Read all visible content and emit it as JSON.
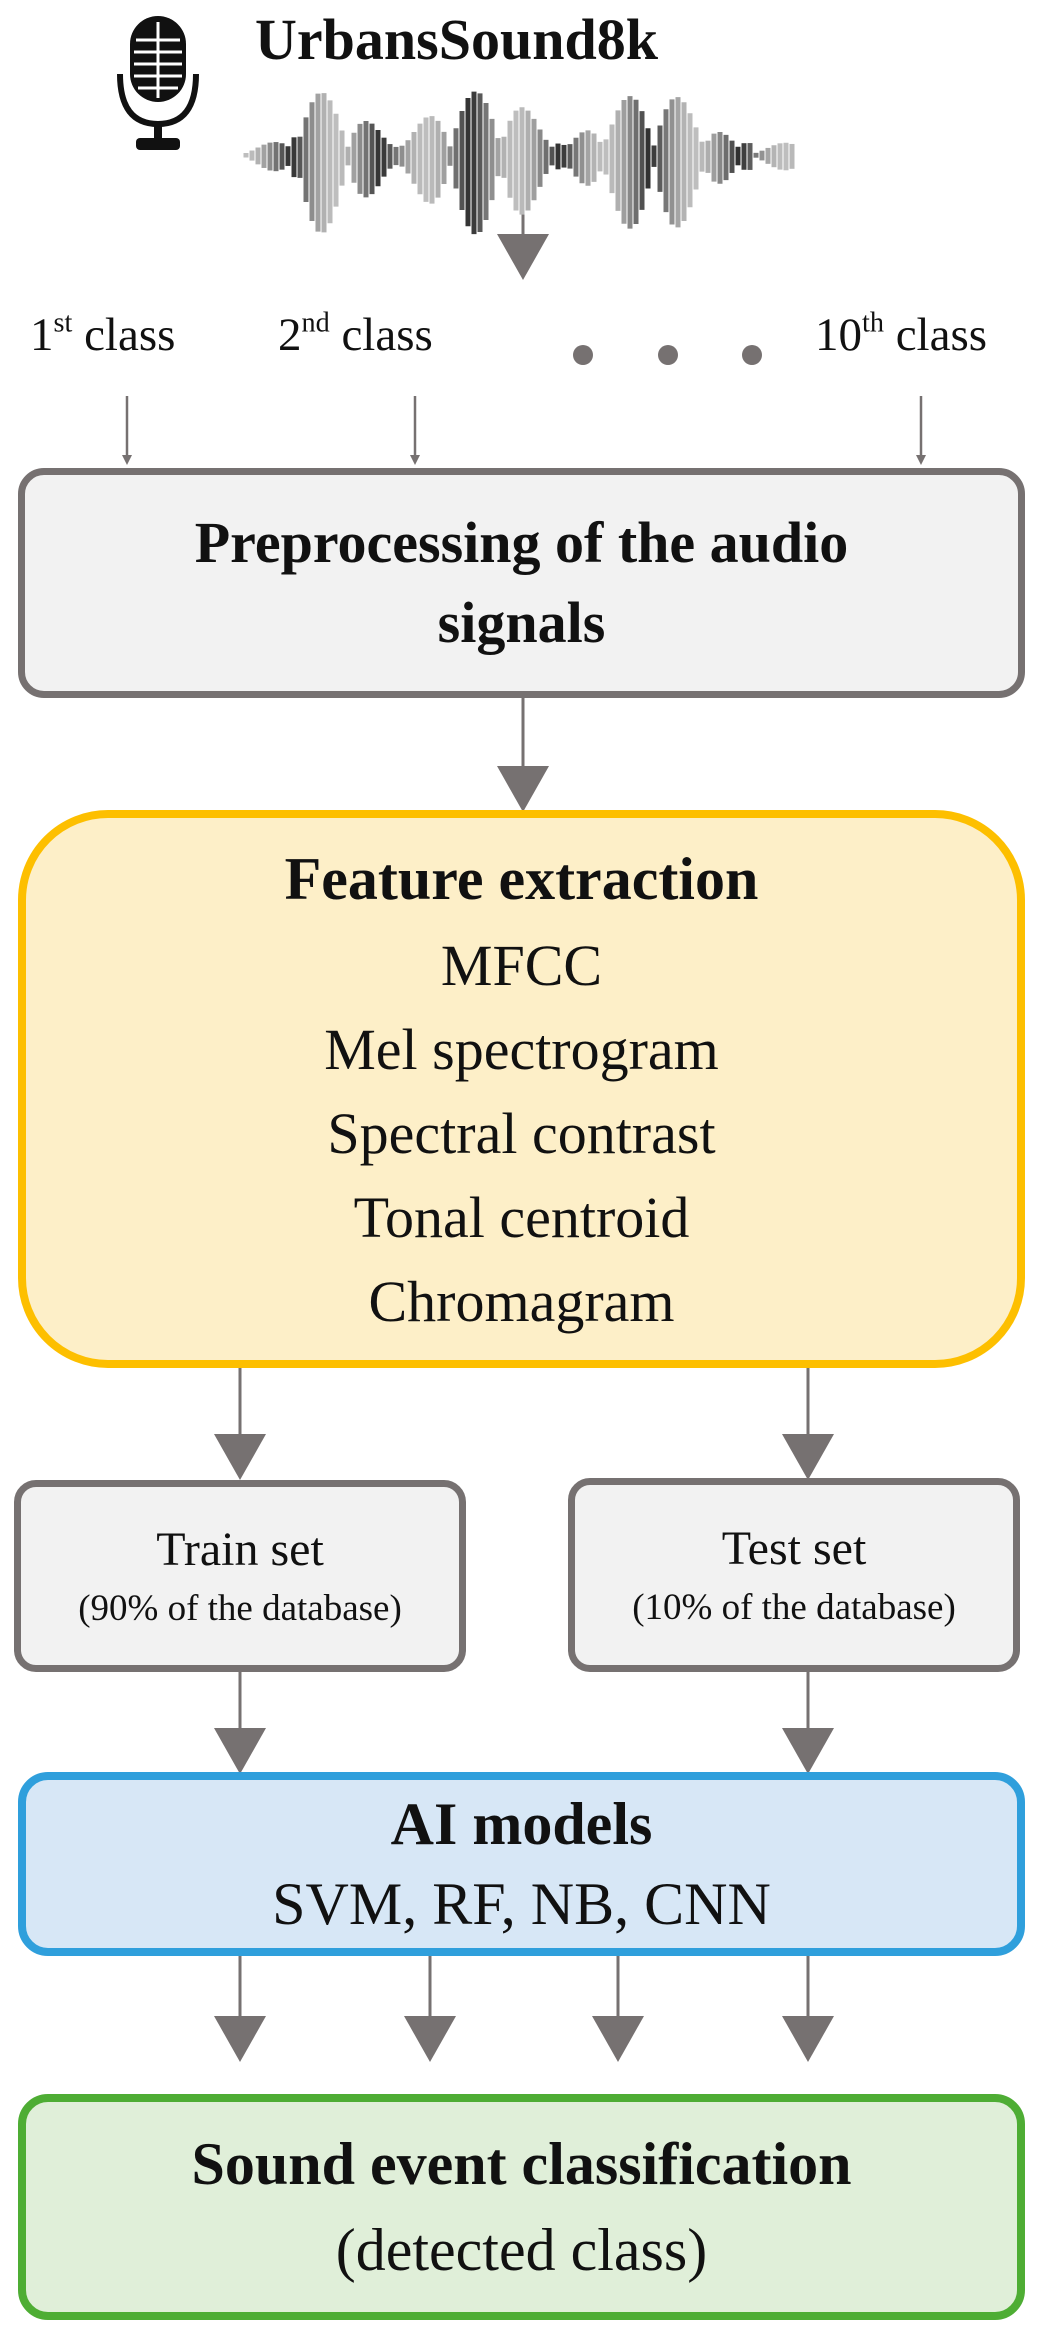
{
  "source": {
    "title": "UrbansSound8k"
  },
  "classes": [
    {
      "num": "1",
      "suffix": "st",
      "word": "class"
    },
    {
      "num": "2",
      "suffix": "nd",
      "word": "class"
    },
    {
      "num": "10",
      "suffix": "th",
      "word": "class"
    }
  ],
  "preprocessing": {
    "line1": "Preprocessing of the audio",
    "line2": "signals"
  },
  "features": {
    "title": "Feature extraction",
    "items": [
      "MFCC",
      "Mel spectrogram",
      "Spectral contrast",
      "Tonal centroid",
      "Chromagram"
    ]
  },
  "train": {
    "title": "Train set",
    "subtitle": "(90% of the database)"
  },
  "test": {
    "title": "Test set",
    "subtitle": "(10% of the database)"
  },
  "models": {
    "title": "AI models",
    "list": "SVM, RF, NB, CNN"
  },
  "output": {
    "title": "Sound event classification",
    "subtitle": "(detected class)"
  },
  "colors": {
    "arrow": "#767171",
    "gray_border": "#767171",
    "yellow_border": "#fdbf00",
    "blue_border": "#2f9fdc",
    "green_border": "#4ead34"
  }
}
